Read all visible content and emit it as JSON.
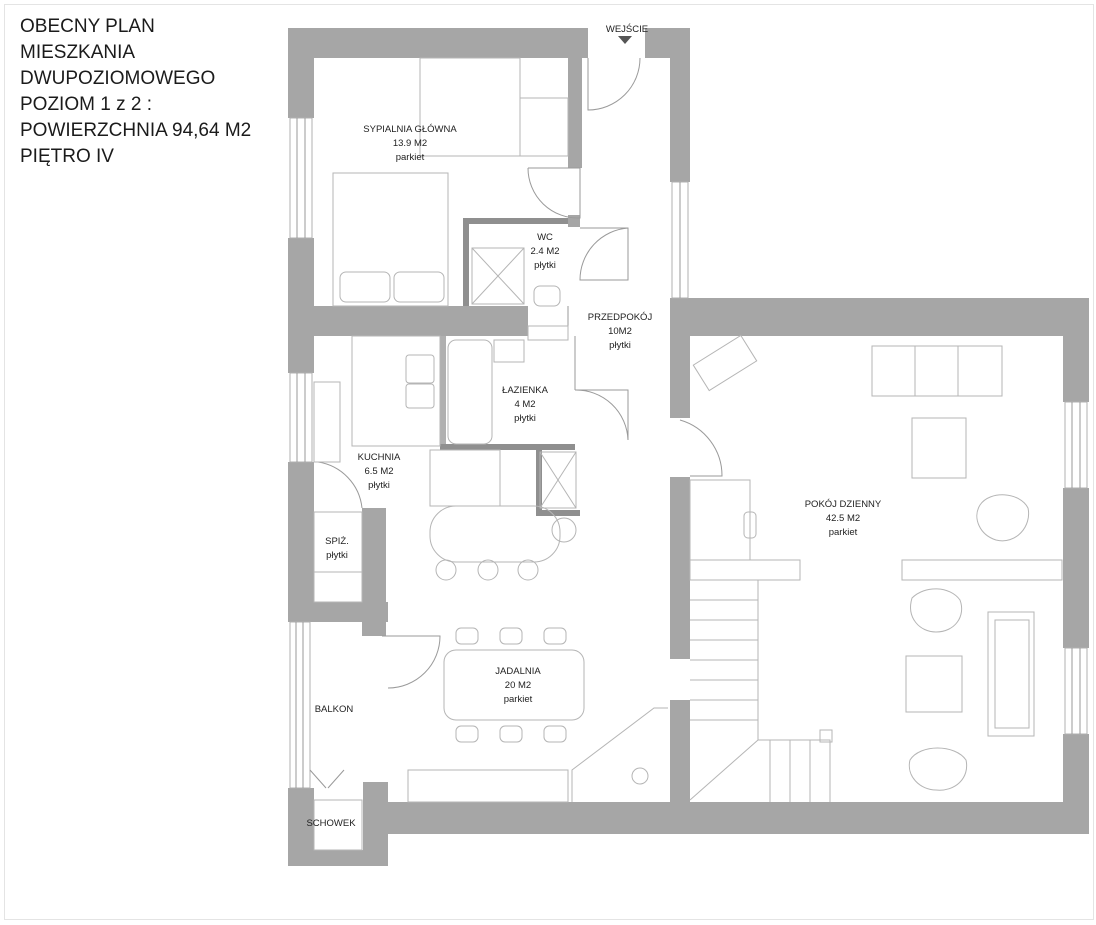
{
  "title_lines": [
    "OBECNY PLAN",
    "MIESZKANIA",
    "DWUPOZIOMOWEGO",
    "POZIOM 1 z 2 :",
    "POWIERZCHNIA 94,64 M2",
    "PIĘTRO IV"
  ],
  "entrance": {
    "label": "WEJŚCIE"
  },
  "rooms": {
    "bedroom": {
      "name": "SYPIALNIA GŁÓWNA",
      "area": "13.9 M2",
      "floor": "parkiet"
    },
    "wc": {
      "name": "WC",
      "area": "2.4 M2",
      "floor": "płytki"
    },
    "hall": {
      "name": "PRZEDPOKÓJ",
      "area": "10M2",
      "floor": "płytki"
    },
    "bathroom": {
      "name": "ŁAZIENKA",
      "area": "4 M2",
      "floor": "płytki"
    },
    "kitchen": {
      "name": "KUCHNIA",
      "area": "6.5 M2",
      "floor": "płytki"
    },
    "pantry": {
      "name": "SPIŻ.",
      "floor": "płytki"
    },
    "dining": {
      "name": "JADALNIA",
      "area": "20 M2",
      "floor": "parkiet"
    },
    "living": {
      "name": "POKÓJ DZIENNY",
      "area": "42.5 M2",
      "floor": "parkiet"
    },
    "balcony": {
      "name": "BALKON"
    },
    "storage": {
      "name": "SCHOWEK"
    }
  },
  "colors": {
    "wall": "#a6a6a6",
    "line": "#9a9a9a",
    "text": "#222222"
  }
}
